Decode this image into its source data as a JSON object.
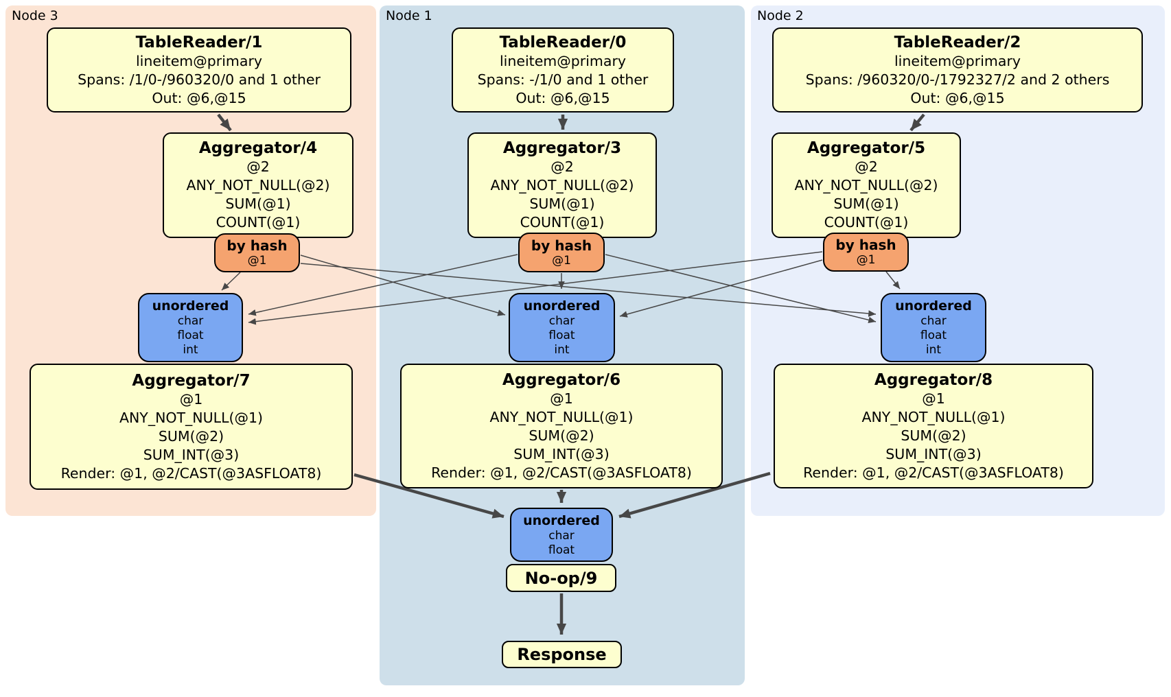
{
  "diagram": {
    "nodes": [
      {
        "label": "Node 3",
        "table_reader": {
          "title": "TableReader/1",
          "lines": [
            "lineitem@primary",
            "Spans: /1/0-/960320/0 and 1 other",
            "Out: @6,@15"
          ]
        },
        "aggregator_top": {
          "title": "Aggregator/4",
          "lines": [
            "@2",
            "ANY_NOT_NULL(@2)",
            "SUM(@1)",
            "COUNT(@1)"
          ]
        },
        "router": {
          "title": "by hash",
          "lines": [
            "@1"
          ]
        },
        "sync": {
          "title": "unordered",
          "lines": [
            "char",
            "float",
            "int"
          ]
        },
        "aggregator_bottom": {
          "title": "Aggregator/7",
          "lines": [
            "@1",
            "ANY_NOT_NULL(@1)",
            "SUM(@2)",
            "SUM_INT(@3)",
            "Render: @1, @2/CAST(@3ASFLOAT8)"
          ]
        }
      },
      {
        "label": "Node 1",
        "table_reader": {
          "title": "TableReader/0",
          "lines": [
            "lineitem@primary",
            "Spans: -/1/0 and 1 other",
            "Out: @6,@15"
          ]
        },
        "aggregator_top": {
          "title": "Aggregator/3",
          "lines": [
            "@2",
            "ANY_NOT_NULL(@2)",
            "SUM(@1)",
            "COUNT(@1)"
          ]
        },
        "router": {
          "title": "by hash",
          "lines": [
            "@1"
          ]
        },
        "sync": {
          "title": "unordered",
          "lines": [
            "char",
            "float",
            "int"
          ]
        },
        "aggregator_bottom": {
          "title": "Aggregator/6",
          "lines": [
            "@1",
            "ANY_NOT_NULL(@1)",
            "SUM(@2)",
            "SUM_INT(@3)",
            "Render: @1, @2/CAST(@3ASFLOAT8)"
          ]
        }
      },
      {
        "label": "Node 2",
        "table_reader": {
          "title": "TableReader/2",
          "lines": [
            "lineitem@primary",
            "Spans: /960320/0-/1792327/2 and 2 others",
            "Out: @6,@15"
          ]
        },
        "aggregator_top": {
          "title": "Aggregator/5",
          "lines": [
            "@2",
            "ANY_NOT_NULL(@2)",
            "SUM(@1)",
            "COUNT(@1)"
          ]
        },
        "router": {
          "title": "by hash",
          "lines": [
            "@1"
          ]
        },
        "sync": {
          "title": "unordered",
          "lines": [
            "char",
            "float",
            "int"
          ]
        },
        "aggregator_bottom": {
          "title": "Aggregator/8",
          "lines": [
            "@1",
            "ANY_NOT_NULL(@1)",
            "SUM(@2)",
            "SUM_INT(@3)",
            "Render: @1, @2/CAST(@3ASFLOAT8)"
          ]
        }
      }
    ],
    "final": {
      "sync": {
        "title": "unordered",
        "lines": [
          "char",
          "float"
        ]
      },
      "noop_title": "No-op/9",
      "response_title": "Response"
    },
    "colors": {
      "node3_bg": "#FCE4D4",
      "node1_bg": "#CEDFEA",
      "node2_bg": "#E9EFFB",
      "processor_bg": "#FDFECF",
      "router_bg": "#F5A36F",
      "sync_bg": "#7AA7F2",
      "edge": "#474747",
      "border": "#000000"
    }
  }
}
